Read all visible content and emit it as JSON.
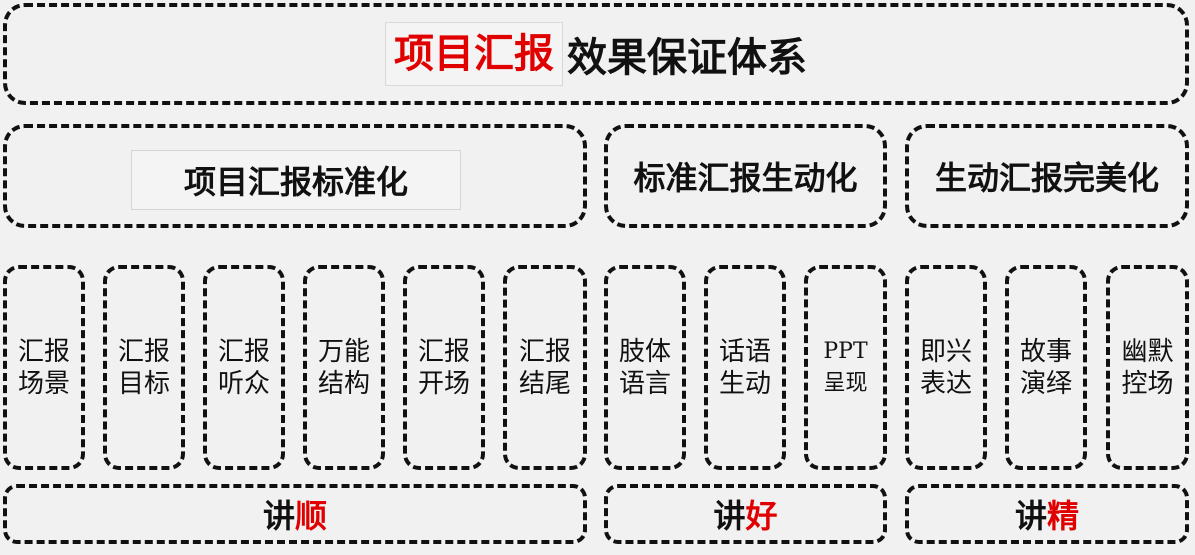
{
  "header": {
    "title_red": "项目汇报",
    "title_black": "效果保证体系"
  },
  "categories": [
    {
      "label": "项目汇报标准化"
    },
    {
      "label": "标准汇报生动化"
    },
    {
      "label": "生动汇报完美化"
    }
  ],
  "items": [
    {
      "text": "汇报场景"
    },
    {
      "text": "汇报目标"
    },
    {
      "text": "汇报听众"
    },
    {
      "text": "万能结构"
    },
    {
      "text": "汇报开场"
    },
    {
      "text": "汇报结尾"
    },
    {
      "text": "肢体语言"
    },
    {
      "text": "话语生动"
    },
    {
      "text": "PPT呈现"
    },
    {
      "text": "即兴表达"
    },
    {
      "text": "故事演绎"
    },
    {
      "text": "幽默控场"
    }
  ],
  "bottom": [
    {
      "black": "讲",
      "red": "顺"
    },
    {
      "black": "讲",
      "red": "好"
    },
    {
      "black": "讲",
      "red": "精"
    }
  ],
  "colors": {
    "accent": "#e10000",
    "stroke": "#111111",
    "background": "#f1f1f1"
  }
}
